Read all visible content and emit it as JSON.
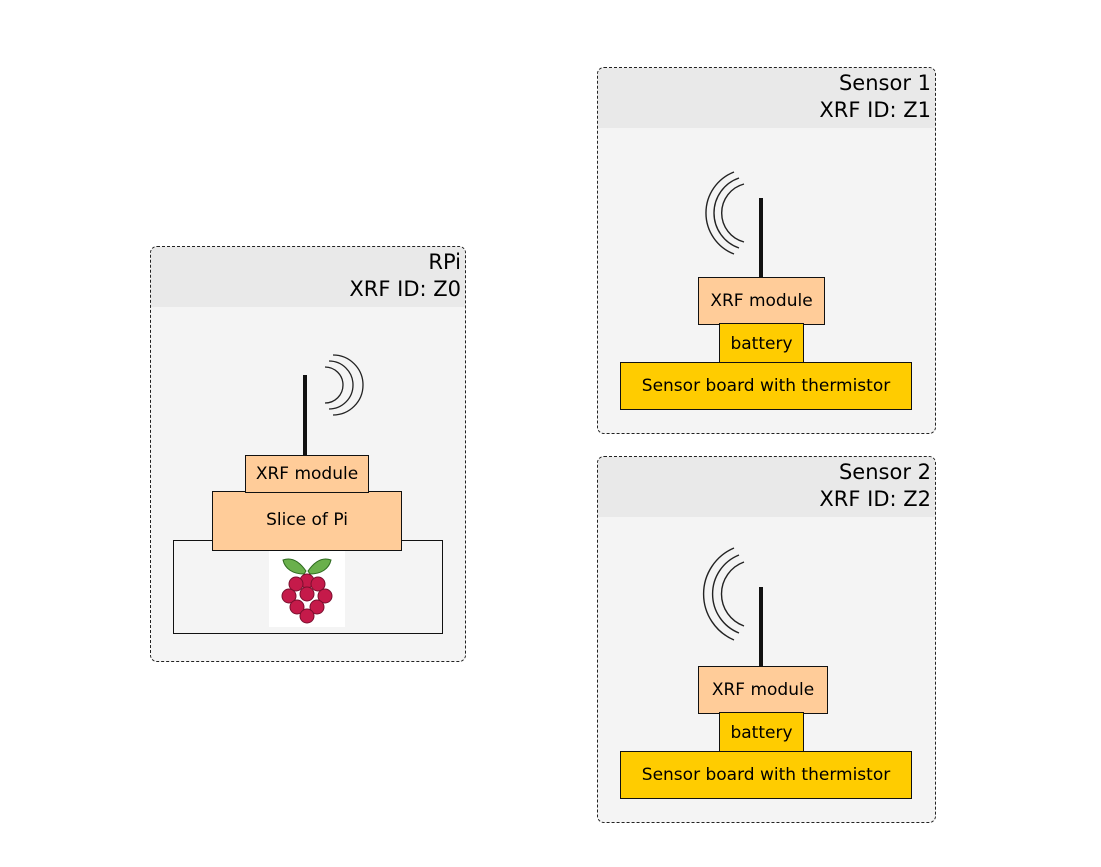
{
  "rpi": {
    "title": "RPi",
    "xrf_id": "XRF ID: Z0",
    "module_label": "XRF module",
    "slice_label": "Slice of Pi"
  },
  "sensor1": {
    "title": "Sensor 1",
    "xrf_id": "XRF ID: Z1",
    "module_label": "XRF module",
    "battery_label": "battery",
    "board_label": "Sensor board with thermistor"
  },
  "sensor2": {
    "title": "Sensor 2",
    "xrf_id": "XRF ID: Z2",
    "module_label": "XRF module",
    "battery_label": "battery",
    "board_label": "Sensor board with thermistor"
  },
  "colors": {
    "module": "#ffcc99",
    "battery": "#ffcc00",
    "board": "#ffcc00",
    "group_background": "#f4f4f4",
    "group_header": "#e9e9e9"
  },
  "icons": [
    "radio-waves-icon",
    "raspberry-pi-logo"
  ]
}
